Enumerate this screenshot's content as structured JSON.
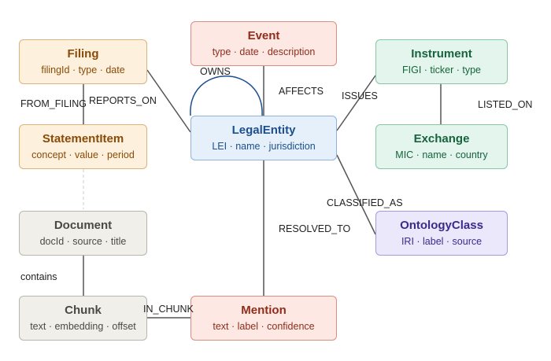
{
  "nodes": {
    "filing": {
      "title": "Filing",
      "attrs": "filingId · type · date"
    },
    "statement_item": {
      "title": "StatementItem",
      "attrs": "concept · value · period"
    },
    "event": {
      "title": "Event",
      "attrs": "type · date · description"
    },
    "legal_entity": {
      "title": "LegalEntity",
      "attrs": "LEI · name · jurisdiction"
    },
    "instrument": {
      "title": "Instrument",
      "attrs": "FIGI · ticker · type"
    },
    "exchange": {
      "title": "Exchange",
      "attrs": "MIC · name · country"
    },
    "ontology_class": {
      "title": "OntologyClass",
      "attrs": "IRI · label · source"
    },
    "document": {
      "title": "Document",
      "attrs": "docId · source · title"
    },
    "chunk": {
      "title": "Chunk",
      "attrs": "text · embedding · offset"
    },
    "mention": {
      "title": "Mention",
      "attrs": "text · label · confidence"
    }
  },
  "relationships": {
    "owns": "OWNS",
    "affects": "AFFECTS",
    "issues": "ISSUES",
    "listed_on": "LISTED_ON",
    "from_filing": "FROM_FILING",
    "reports_on": "REPORTS_ON",
    "classified_as": "CLASSIFIED_AS",
    "resolved_to": "RESOLVED_TO",
    "contains": "contains",
    "in_chunk": "IN_CHUNK"
  },
  "colors": {
    "filing_fill": "#fdf0dc",
    "filing_border": "#dcb37a",
    "filing_text": "#8a4b08",
    "event_fill": "#fde8e4",
    "event_border": "#d98e82",
    "event_text": "#8f2d1a",
    "entity_fill": "#e6f0fb",
    "entity_border": "#8fb3da",
    "entity_text": "#1d4f8c",
    "instrument_fill": "#e3f5ec",
    "instrument_border": "#86c7a4",
    "instrument_text": "#16643d",
    "ontology_fill": "#ebe8fb",
    "ontology_border": "#a59bdc",
    "ontology_text": "#3b2a8c",
    "document_fill": "#f0efea",
    "document_border": "#b8b6ac",
    "document_text": "#4a4a44",
    "edge": "#555555",
    "owns_edge": "#1d4f8c"
  }
}
